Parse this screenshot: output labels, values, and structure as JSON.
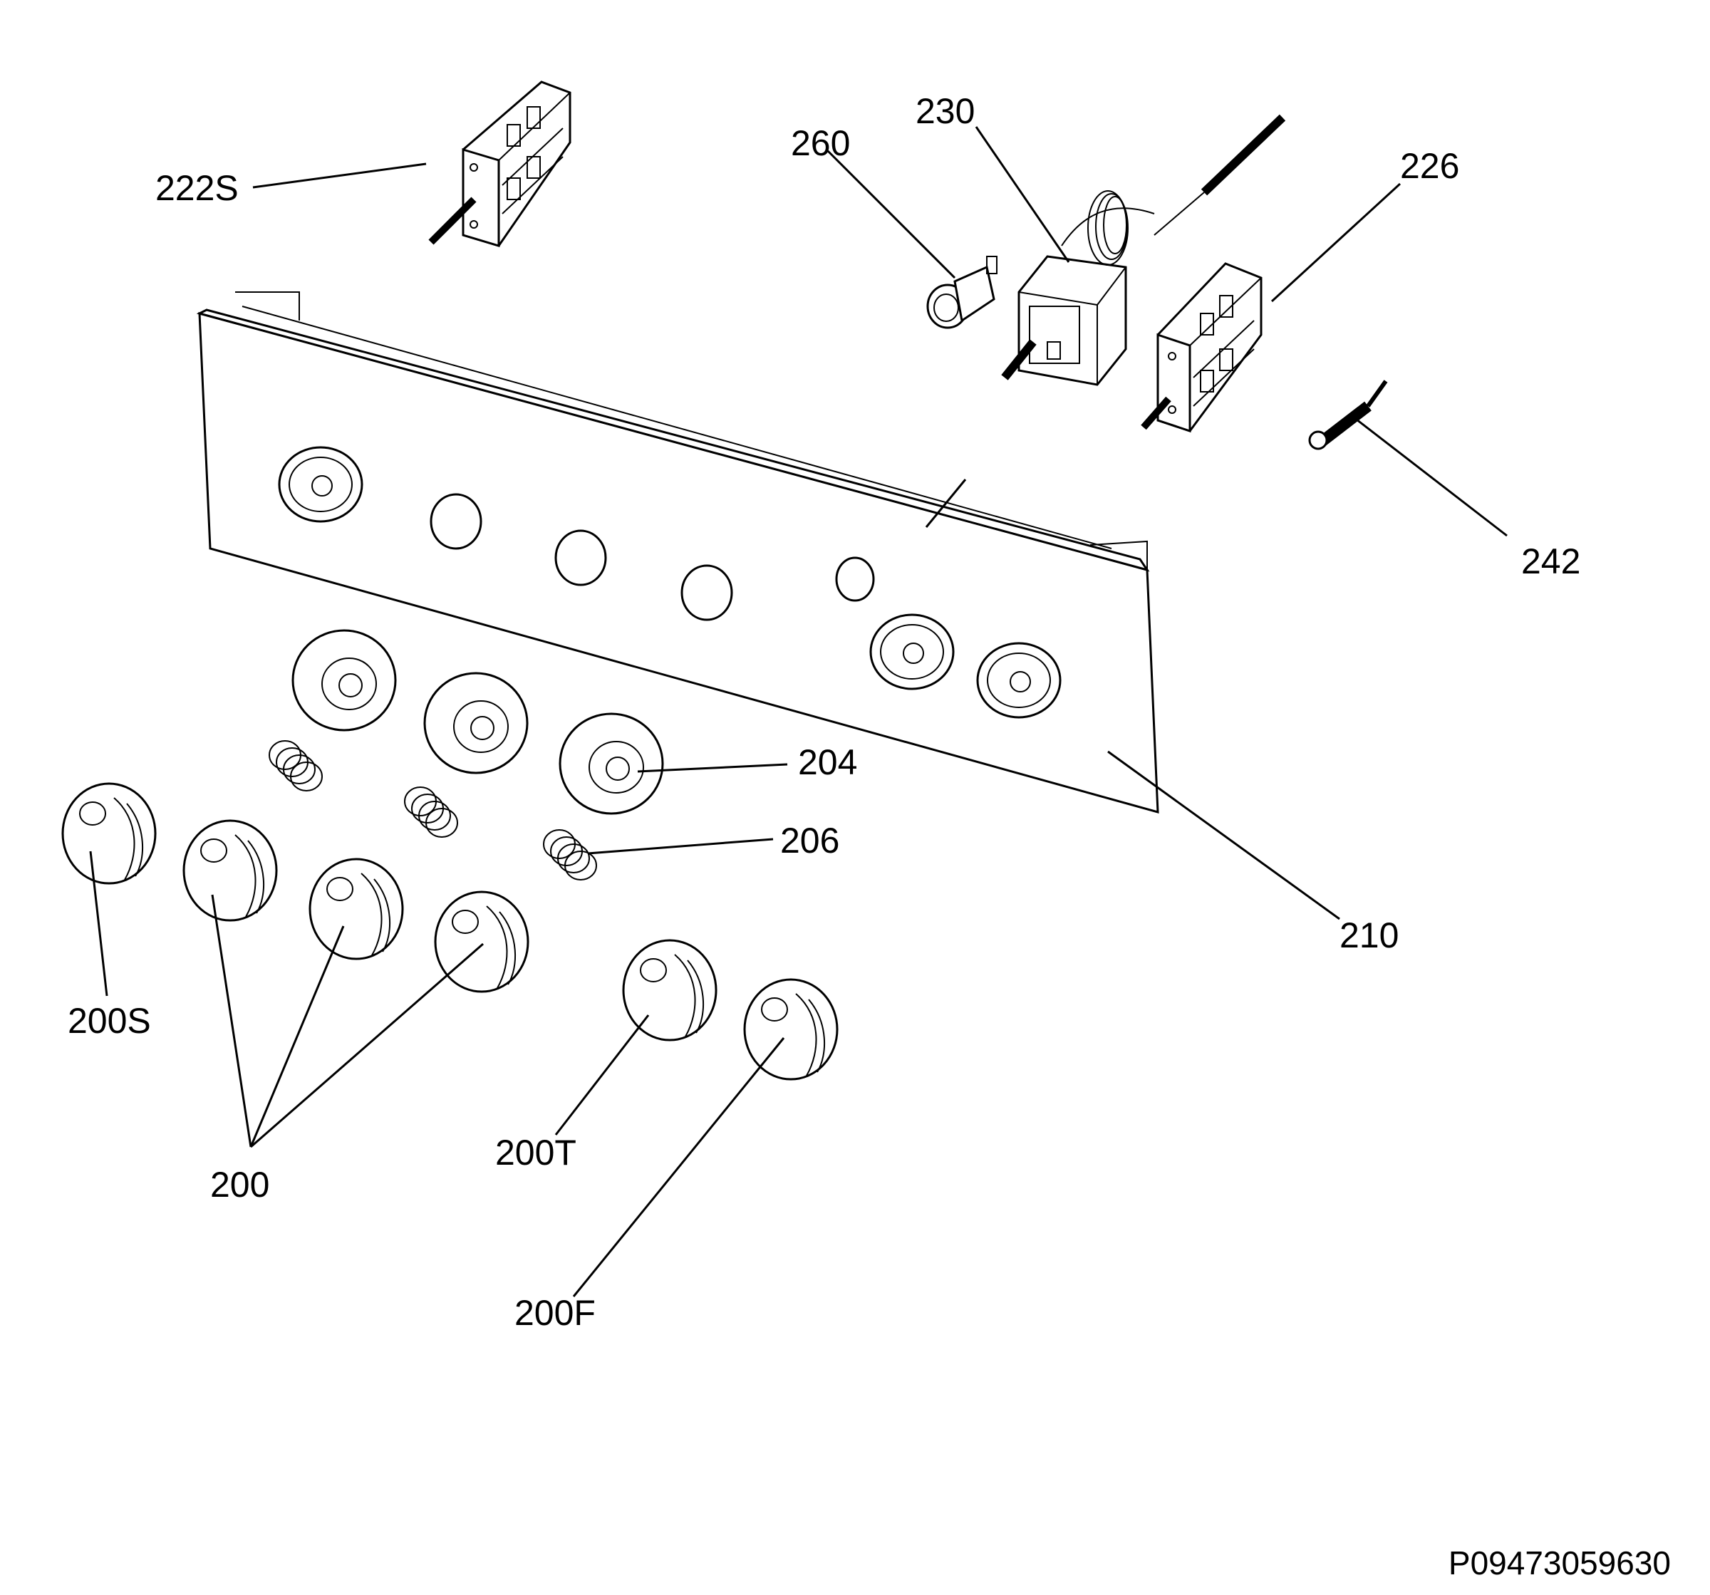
{
  "diagram": {
    "drawing_code": "P09473059630",
    "callouts": {
      "c222S": "222S",
      "c260": "260",
      "c230": "230",
      "c226": "226",
      "c242": "242",
      "c204": "204",
      "c206": "206",
      "c210": "210",
      "c200S": "200S",
      "c200": "200",
      "c200T": "200T",
      "c200F": "200F"
    }
  }
}
